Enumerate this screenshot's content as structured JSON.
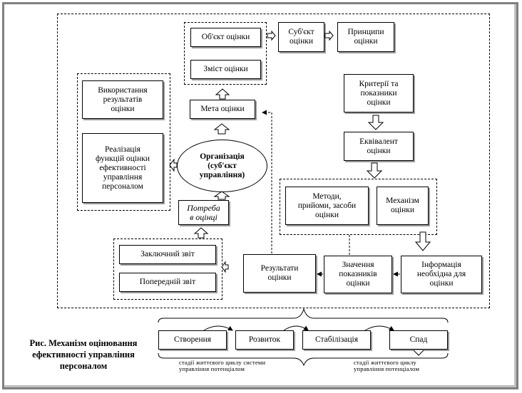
{
  "boxes": {
    "object": "Об'єкт оцінки",
    "content": "Зміст оцінки",
    "subject": "Суб'єкт\nоцінки",
    "principles": "Принципи\nоцінки",
    "criteria": "Критерії та\nпоказники\nоцінки",
    "equivalent": "Еквівалент\nоцінки",
    "methods": "Методи,\nприйоми, засоби\nоцінки",
    "mechanism": "Механізм\nоцінки",
    "info": "Інформація\nнеобхідна для\nоцінки",
    "values": "Значення\nпоказників\nоцінки",
    "results": "Результати\nоцінки",
    "use_results": "Використання\nрезультатів\nоцінки",
    "realization": "Реалізація\nфункцій оцінки\nефективності\nуправління\nперсоналом",
    "goal": "Мета оцінки",
    "organization": "Організація\n(суб'єкт\nуправління)",
    "need": "Потреба\nв оцінці",
    "final_report": "Заключний звіт",
    "preliminary_report": "Попередній звіт"
  },
  "stages": [
    "Створення",
    "Розвиток",
    "Стабілізація",
    "Спад"
  ],
  "stage_captions": {
    "left": "стадії життєвого циклу системи\nуправління потенціалом",
    "right": "стадії життєвого циклу\nуправління потенціалом"
  },
  "caption": "Рис. Механізм оцінювання\nефективності управління\nперсоналом"
}
